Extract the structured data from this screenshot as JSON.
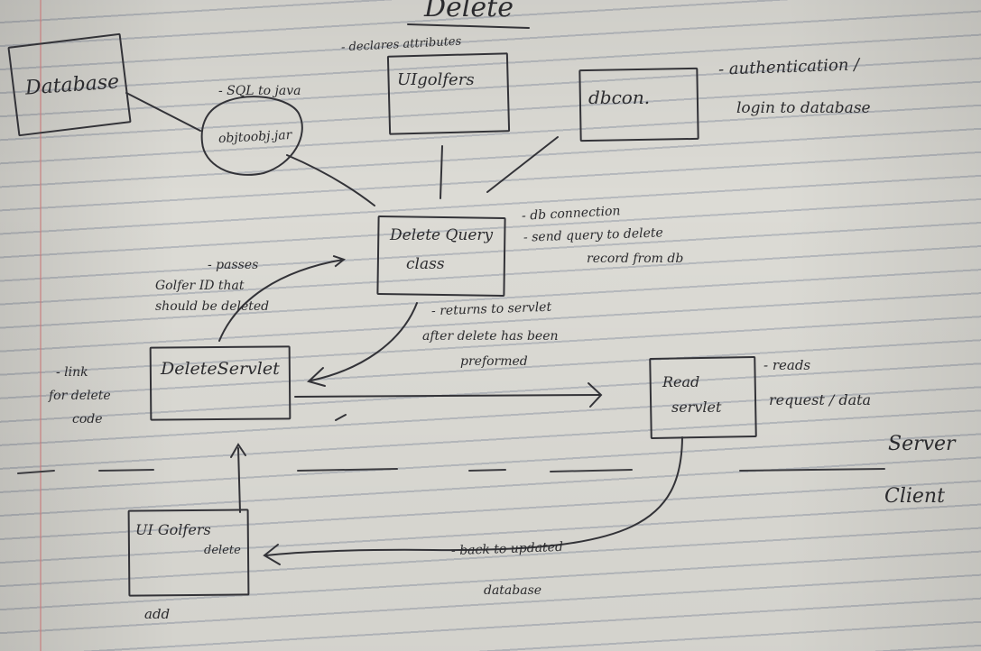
{
  "title": "Delete",
  "boxes": {
    "database": "Database",
    "ui_golfers_top": "UIgolfers",
    "db_con": "dbcon.",
    "delete_query": "Delete Query",
    "delete_query_sub": "class",
    "delete_servlet": "DeleteServlet",
    "read_servlet": "Read",
    "read_servlet_sub": "servlet",
    "ui_golfers_bottom": "UI Golfers",
    "ui_golfers_bottom_delete": "delete"
  },
  "circle": {
    "label": "objtoobj.jar"
  },
  "notes": {
    "declares_attributes": "- declares attributes",
    "sql_to_java": "- SQL to java",
    "auth_line1": "- authentication /",
    "auth_line2": "login to database",
    "db_connection": "- db connection",
    "send_query_line1": "- send query to delete",
    "send_query_line2": "record from db",
    "passes_line1": "- passes",
    "passes_line2": "Golfer ID that",
    "passes_line3": "should be deleted",
    "link_line1": "- link",
    "link_line2": "for delete",
    "link_line3": "code",
    "returns_line1": "- returns to servlet",
    "returns_line2": "after delete has been",
    "returns_line3": "preformed",
    "reads_line1": "- reads",
    "reads_line2": "request / data",
    "server": "Server",
    "client": "Client",
    "back_line1": "- back to updated",
    "back_line2": "database",
    "add": "add"
  }
}
